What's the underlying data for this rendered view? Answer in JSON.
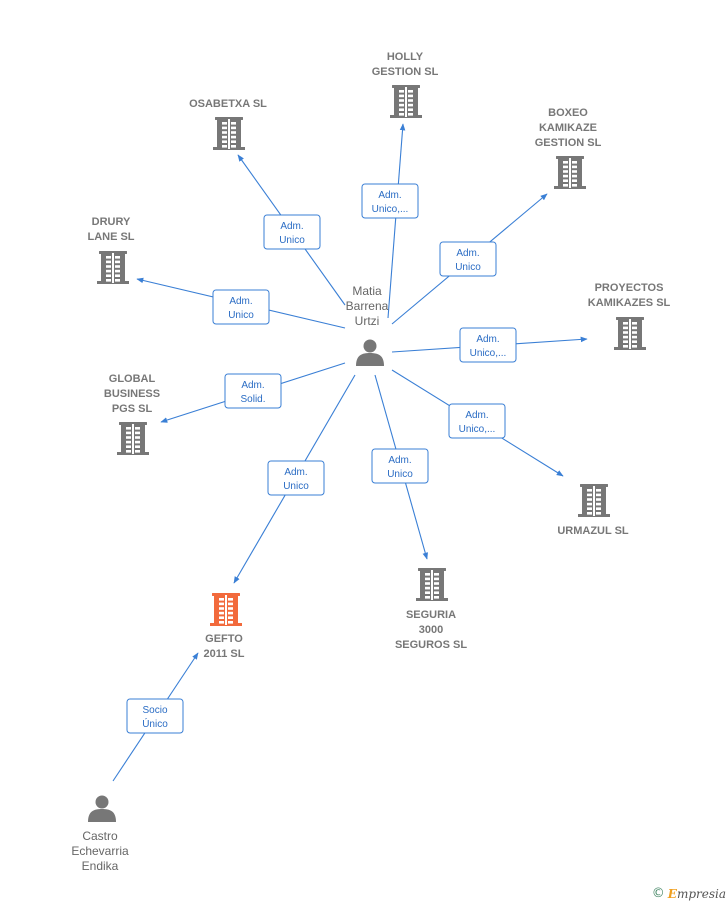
{
  "diagram": {
    "nodes": [
      {
        "id": "matia",
        "kind": "person",
        "lines": [
          "Matia",
          "Barrena",
          "Urtzi"
        ]
      },
      {
        "id": "castro",
        "kind": "person",
        "lines": [
          "Castro",
          "Echevarria",
          "Endika"
        ]
      },
      {
        "id": "gefto",
        "kind": "company",
        "focus": true,
        "lines": [
          "GEFTO",
          "2011  SL"
        ]
      },
      {
        "id": "holly",
        "kind": "company",
        "lines": [
          "HOLLY",
          "GESTION  SL"
        ]
      },
      {
        "id": "osabetxa",
        "kind": "company",
        "lines": [
          "OSABETXA SL"
        ]
      },
      {
        "id": "boxeo",
        "kind": "company",
        "lines": [
          "BOXEO",
          "KAMIKAZE",
          "GESTION  SL"
        ]
      },
      {
        "id": "drury",
        "kind": "company",
        "lines": [
          "DRURY",
          "LANE  SL"
        ]
      },
      {
        "id": "proyectos",
        "kind": "company",
        "lines": [
          "PROYECTOS",
          "KAMIKAZES  SL"
        ]
      },
      {
        "id": "global",
        "kind": "company",
        "lines": [
          "GLOBAL",
          "BUSINESS",
          "PGS  SL"
        ]
      },
      {
        "id": "urmazul",
        "kind": "company",
        "lines": [
          "URMAZUL SL"
        ]
      },
      {
        "id": "seguria",
        "kind": "company",
        "lines": [
          "SEGURIA",
          "3000",
          "SEGUROS SL"
        ]
      }
    ],
    "edges": [
      {
        "from": "matia",
        "to": "holly",
        "lines": [
          "Adm.",
          "Unico,..."
        ]
      },
      {
        "from": "matia",
        "to": "osabetxa",
        "lines": [
          "Adm.",
          "Unico"
        ]
      },
      {
        "from": "matia",
        "to": "boxeo",
        "lines": [
          "Adm.",
          "Unico"
        ]
      },
      {
        "from": "matia",
        "to": "drury",
        "lines": [
          "Adm.",
          "Unico"
        ]
      },
      {
        "from": "matia",
        "to": "proyectos",
        "lines": [
          "Adm.",
          "Unico,..."
        ]
      },
      {
        "from": "matia",
        "to": "global",
        "lines": [
          "Adm.",
          "Solid."
        ]
      },
      {
        "from": "matia",
        "to": "urmazul",
        "lines": [
          "Adm.",
          "Unico,..."
        ]
      },
      {
        "from": "matia",
        "to": "gefto",
        "lines": [
          "Adm.",
          "Unico"
        ]
      },
      {
        "from": "matia",
        "to": "seguria",
        "lines": [
          "Adm.",
          "Unico"
        ]
      },
      {
        "from": "castro",
        "to": "gefto",
        "lines": [
          "Socio",
          "Único"
        ]
      }
    ]
  },
  "colors": {
    "edge": "#3a7fd5",
    "company": "#777777",
    "focus_company": "#f26a3c",
    "person": "#777777"
  },
  "footer": {
    "copyright": "©",
    "brand_initial": "E",
    "brand_rest": "mpresia"
  }
}
